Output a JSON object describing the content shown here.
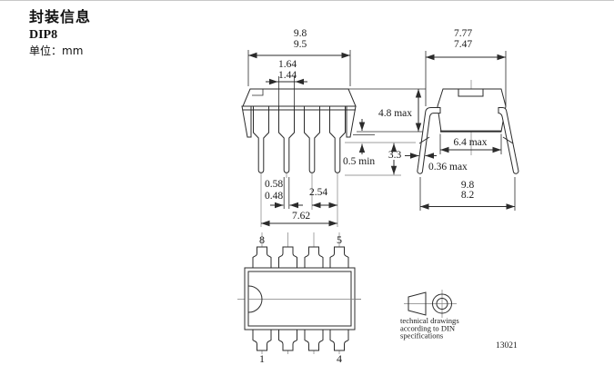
{
  "header": {
    "title": "封装信息",
    "package_name": "DIP8",
    "unit_label": "单位：mm"
  },
  "front_view": {
    "body_width_max": "9.8",
    "body_width_min": "9.5",
    "shoulder_width_max": "1.64",
    "shoulder_width_min": "1.44",
    "body_height": "4.8 max",
    "standoff": "0.5 min",
    "lead_length": "3.3",
    "lead_width_max": "0.58",
    "lead_width_min": "0.48",
    "lead_pitch": "2.54",
    "row_span": "7.62"
  },
  "side_view": {
    "body_depth_max": "7.77",
    "body_depth_min": "7.47",
    "body_bottom_width": "6.4 max",
    "lead_thickness": "0.36 max",
    "lead_span_max": "9.8",
    "lead_span_min": "8.2"
  },
  "top_view": {
    "pin_top_left": "8",
    "pin_top_right": "5",
    "pin_bottom_left": "1",
    "pin_bottom_right": "4"
  },
  "footer": {
    "note_lines": [
      "technical drawings",
      "according to DIN",
      "specifications"
    ],
    "doc_number": "13021"
  },
  "colors": {
    "line": "#2b2b2b",
    "centerline": "#808080",
    "reference_line": "#9c9c9c",
    "background": "#ffffff",
    "top_border": "#c8c8c8"
  }
}
